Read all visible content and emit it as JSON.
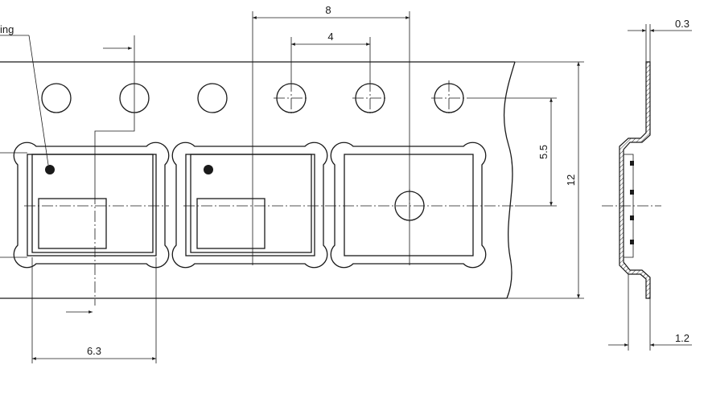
{
  "diagram": {
    "callout_label": "ing",
    "dimensions": {
      "sprocket_hole_pitch": "8",
      "hole_spacing": "4",
      "center_offset": "5.5",
      "tape_width": "12",
      "cavity_width": "6.3",
      "tape_thickness": "0.3",
      "cavity_depth": "1.2"
    },
    "colors": {
      "ink": "#1a1a1a",
      "background": "#ffffff"
    }
  }
}
